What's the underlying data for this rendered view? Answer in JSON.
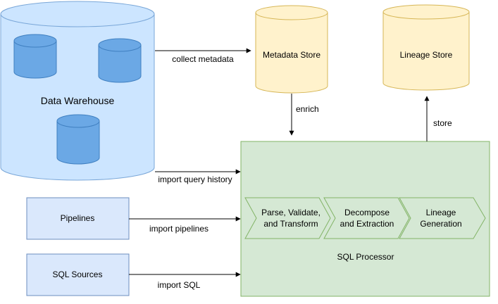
{
  "nodes": {
    "data_warehouse": "Data Warehouse",
    "metadata_store": "Metadata Store",
    "lineage_store": "Lineage Store",
    "pipelines": "Pipelines",
    "sql_sources": "SQL Sources",
    "sql_processor": "SQL Processor"
  },
  "steps": [
    {
      "line1": "Parse, Validate,",
      "line2": "and Transform"
    },
    {
      "line1": "Decompose",
      "line2": "and Extraction"
    },
    {
      "line1": "Lineage",
      "line2": "Generation"
    }
  ],
  "edges": {
    "collect_metadata": "collect metadata",
    "enrich": "enrich",
    "store": "store",
    "import_query_history": "import query history",
    "import_pipelines": "import pipelines",
    "import_sql": "import SQL"
  },
  "colors": {
    "warehouse_fill": "#cce5ff",
    "warehouse_stroke": "#7aa7d8",
    "inner_db_fill": "#6ba8e5",
    "inner_db_stroke": "#3f7fc0",
    "store_fill": "#fff2cc",
    "store_stroke": "#d6b656",
    "source_fill": "#dae8fc",
    "source_stroke": "#6c8ebf",
    "processor_fill": "#d5e8d4",
    "processor_stroke": "#82b366",
    "arrow": "#000000"
  }
}
